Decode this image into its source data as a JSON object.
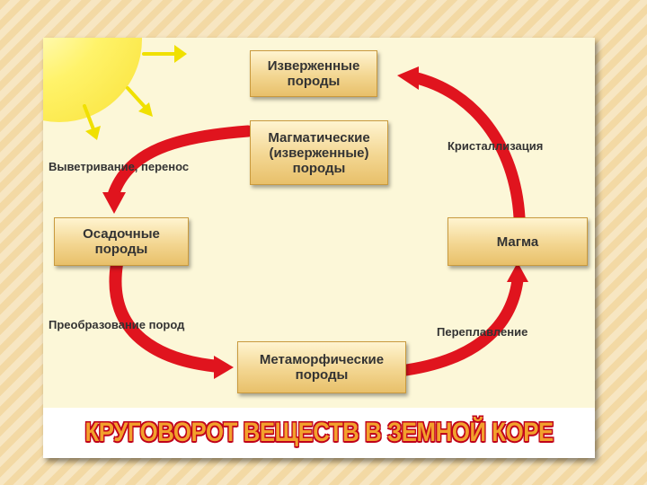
{
  "nodes": {
    "igneous": "Изверженные\nпороды",
    "magmatic": "Магматические\n(изверженные)\nпороды",
    "sedimentary": "Осадочные\nпороды",
    "magma": "Магма",
    "metamorphic": "Метаморфические\nпороды"
  },
  "labels": {
    "weathering": "Выветривание, перенос",
    "crystallization": "Кристаллизация",
    "transformation": "Преобразование пород",
    "remelting": "Переплавление"
  },
  "banner": "КРУГОВОРОТ ВЕЩЕСТВ В ЗЕМНОЙ КОРЕ",
  "colors": {
    "arrow": "#e0141e",
    "sun": "#fff36a",
    "ray": "#f0e000",
    "banner_fill": "#f2a12c",
    "banner_outline": "#c0001a"
  }
}
